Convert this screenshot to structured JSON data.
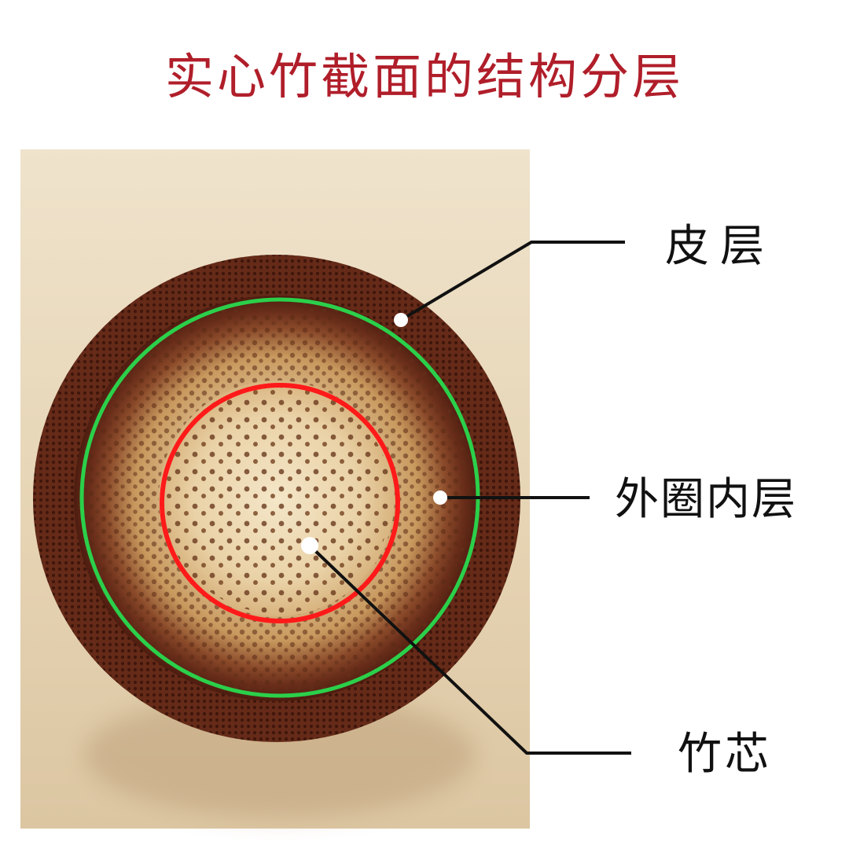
{
  "title": "实心竹截面的结构分层",
  "labels": {
    "skin": "皮层",
    "outer_inner": "外圈内层",
    "core": "竹芯"
  },
  "colors": {
    "title": "#b01e2a",
    "outer_ring": "#2bd04a",
    "inner_ring": "#ff1a1a",
    "leader_line": "#111111",
    "marker_dot": "#ffffff"
  }
}
